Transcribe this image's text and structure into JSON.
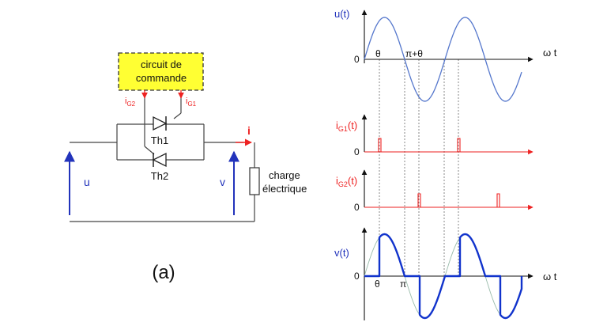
{
  "circuit": {
    "control_box": {
      "line1": "circuit de",
      "line2": "commande"
    },
    "gate2": {
      "main": "i",
      "sub": "G2"
    },
    "gate1": {
      "main": "i",
      "sub": "G1"
    },
    "current": "i",
    "thyristor1": "Th1",
    "thyristor2": "Th2",
    "source_voltage": "u",
    "load_voltage": "v",
    "load": {
      "line1": "charge",
      "line2": "électrique"
    },
    "panel_label": "(a)"
  },
  "colors": {
    "box_fill": "#ffff33",
    "box_border": "#333333",
    "voltage_arrow": "#2233bb",
    "gate_current": "#ee2222",
    "sine": "#5577cc",
    "thick_output": "#1133cc",
    "faint_sine": "#99bbaa"
  },
  "graphs": {
    "u": {
      "label": "u(t)",
      "axis": "ω t",
      "zero": "0",
      "theta": "θ",
      "pi_plus_theta": "π+θ"
    },
    "ig1": {
      "main": "i",
      "sub": "G1",
      "tail": "(t)",
      "zero": "0"
    },
    "ig2": {
      "main": "i",
      "sub": "G2",
      "tail": "(t)",
      "zero": "0"
    },
    "v": {
      "label": "v(t)",
      "axis": "ω t",
      "zero": "0",
      "theta": "θ",
      "pi": "π"
    }
  }
}
